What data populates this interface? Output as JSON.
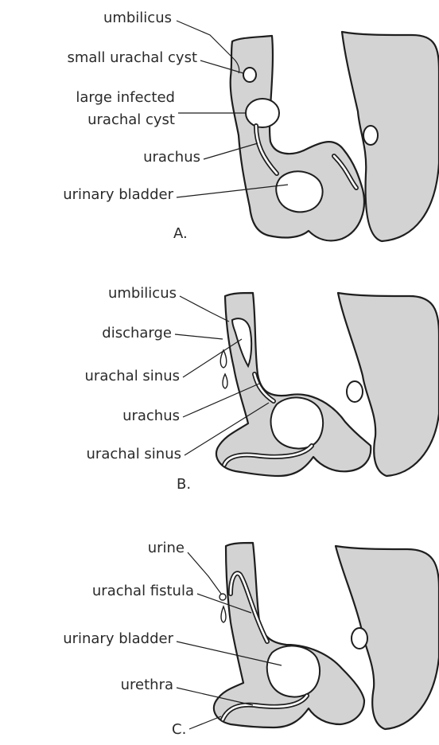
{
  "panel_a": {
    "letter": "A.",
    "labels": {
      "umbilicus": "umbilicus",
      "small_cyst": "small urachal cyst",
      "large_cyst_line1": "large infected",
      "large_cyst_line2": "urachal cyst",
      "urachus": "urachus",
      "bladder": "urinary bladder"
    }
  },
  "panel_b": {
    "letter": "B.",
    "labels": {
      "umbilicus": "umbilicus",
      "discharge": "discharge",
      "sinus_upper": "urachal sinus",
      "urachus": "urachus",
      "sinus_lower": "urachal sinus"
    }
  },
  "panel_c": {
    "letter": "C.",
    "labels": {
      "urine": "urine",
      "fistula": "urachal fistula",
      "bladder": "urinary bladder",
      "urethra": "urethra"
    }
  },
  "colors": {
    "tissue": "#d3d3d3",
    "outline": "#1e1e1e",
    "text": "#2a2a2a"
  }
}
